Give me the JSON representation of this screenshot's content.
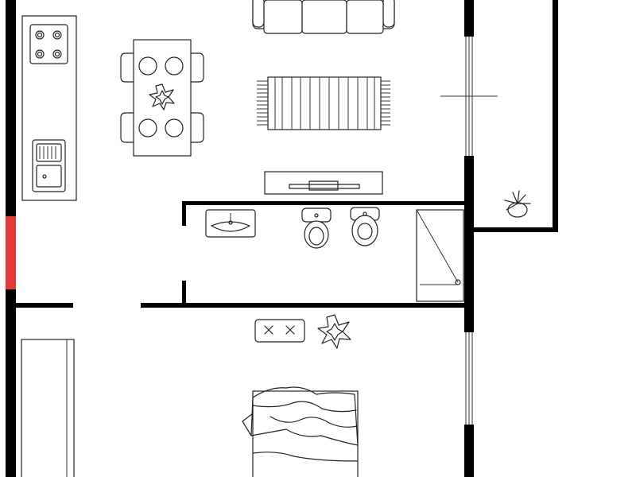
{
  "floor_plan": {
    "rooms": [
      "kitchen",
      "dining",
      "living",
      "balcony",
      "bathroom",
      "bedroom",
      "hallway"
    ],
    "colors": {
      "wall": "#000000",
      "entrance_door": "#e53935",
      "furniture_stroke": "#222222",
      "background": "#ffffff"
    },
    "furniture": [
      "stove-icon",
      "sink-icon",
      "dining-table-icon",
      "plant-icon",
      "sofa-icon",
      "rug-icon",
      "tv-console-icon",
      "bathroom-sink-icon",
      "toilet-icon",
      "shower-icon",
      "bedside-table-icon",
      "bed-icon",
      "wardrobe-icon"
    ]
  }
}
